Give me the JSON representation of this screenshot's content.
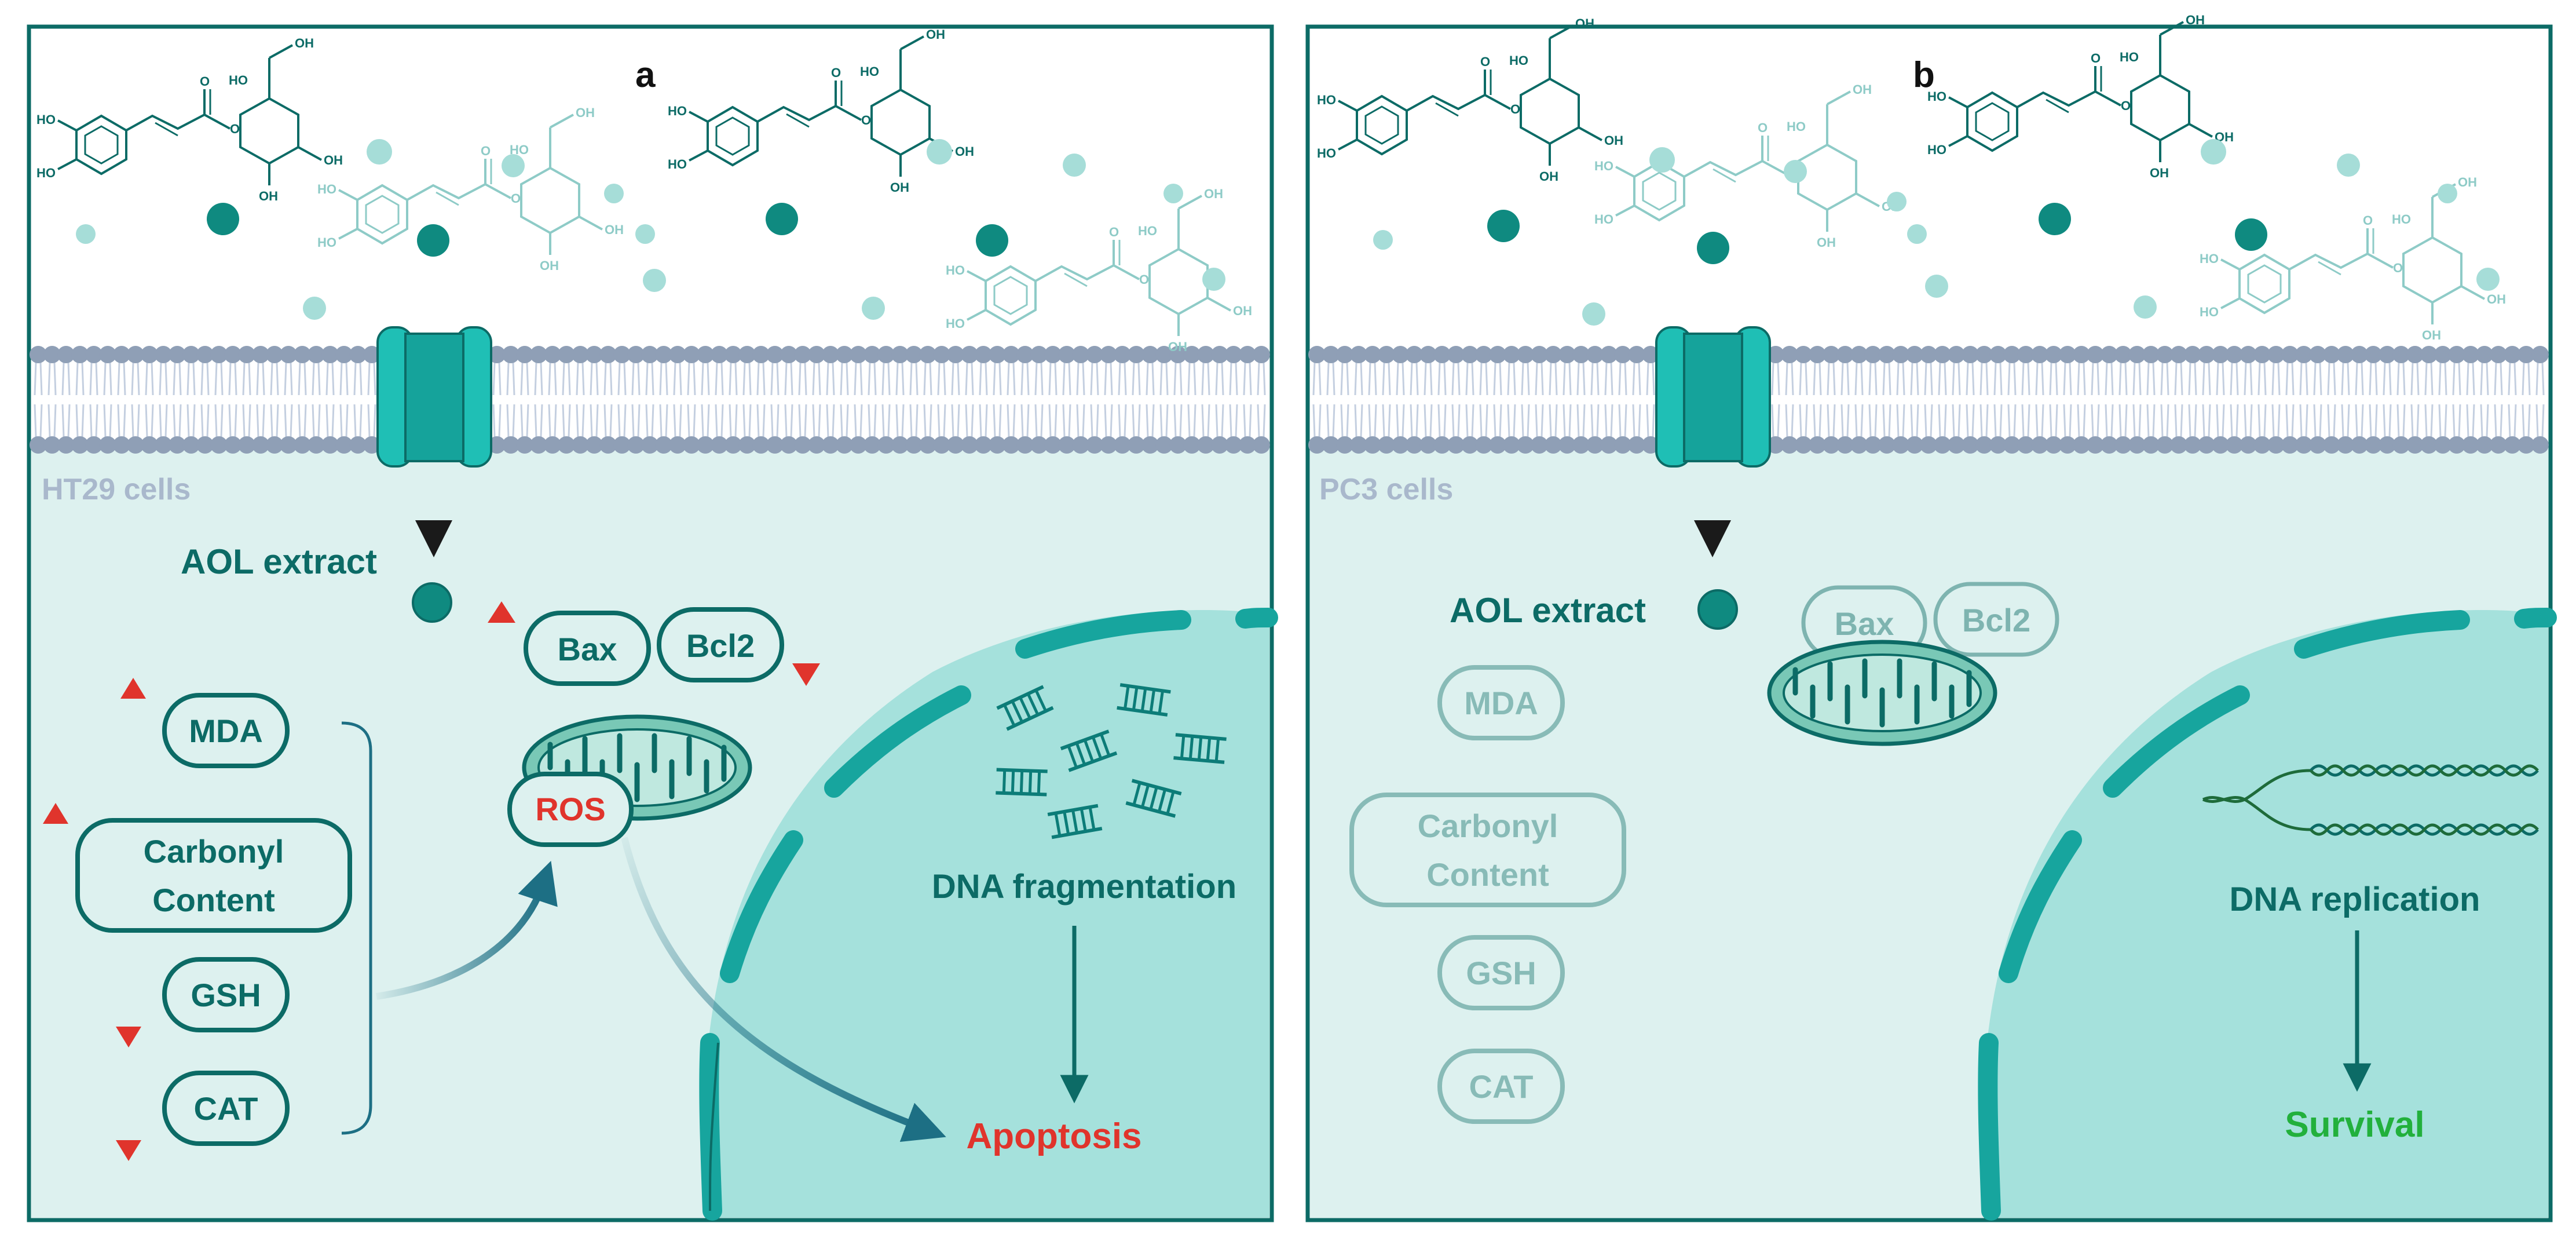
{
  "panels": [
    {
      "letter": "a",
      "cell_line": "HT29 cells",
      "extract": "AOL extract",
      "proteins": [
        "Bax",
        "Bcl2"
      ],
      "ros": "ROS",
      "markers": [
        {
          "label": "MDA",
          "change": "up"
        },
        {
          "label": "Carbonyl Content",
          "change": "up"
        },
        {
          "label": "GSH",
          "change": "down"
        },
        {
          "label": "CAT",
          "change": "down"
        }
      ],
      "nucleus_process": "DNA fragmentation",
      "outcome": "Apoptosis",
      "outcome_color": "#e0342c"
    },
    {
      "letter": "b",
      "cell_line": "PC3 cells",
      "extract": "AOL extract",
      "proteins": [
        "Bax",
        "Bcl2"
      ],
      "markers": [
        {
          "label": "MDA"
        },
        {
          "label": "Carbonyl Content"
        },
        {
          "label": "GSH"
        },
        {
          "label": "CAT"
        }
      ],
      "nucleus_process": "DNA replication",
      "outcome": "Survival",
      "outcome_color": "#22b03c"
    }
  ],
  "colors": {
    "teal_dark": "#0c6b66",
    "teal": "#17a59e",
    "teal_light": "#a6ddd8",
    "cytoplasm": "#ddf1ef",
    "nucleus": "#a5e1dc",
    "membrane_head": "#8f9fb6",
    "red": "#e0342c",
    "green": "#22b03c"
  }
}
